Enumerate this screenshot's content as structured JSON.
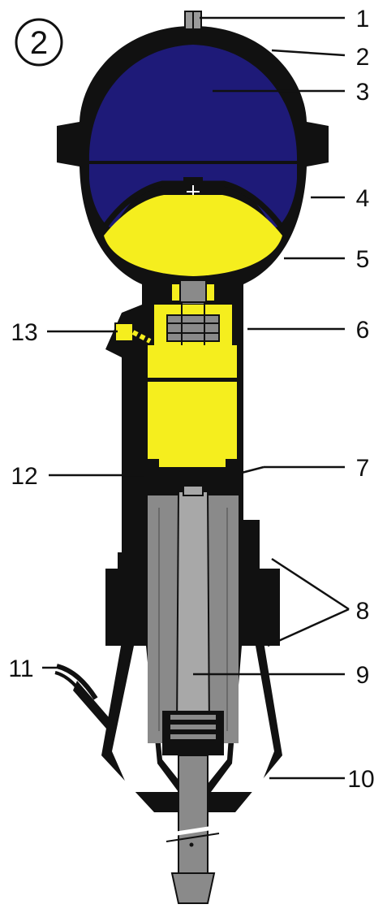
{
  "figure_number": "2",
  "callouts": [
    {
      "id": "1",
      "label": "1"
    },
    {
      "id": "2",
      "label": "2"
    },
    {
      "id": "3",
      "label": "3"
    },
    {
      "id": "4",
      "label": "4"
    },
    {
      "id": "5",
      "label": "5"
    },
    {
      "id": "6",
      "label": "6"
    },
    {
      "id": "7",
      "label": "7"
    },
    {
      "id": "8",
      "label": "8"
    },
    {
      "id": "9",
      "label": "9"
    },
    {
      "id": "10",
      "label": "10"
    },
    {
      "id": "11",
      "label": "11"
    },
    {
      "id": "12",
      "label": "12"
    },
    {
      "id": "13",
      "label": "13"
    }
  ],
  "colors": {
    "body": "#111111",
    "gas_chamber": "#1e1a78",
    "fluid": "#f5ee1e",
    "piston": "#8a8a8a",
    "piston_light": "#a8a8a8",
    "background": "#ffffff"
  }
}
